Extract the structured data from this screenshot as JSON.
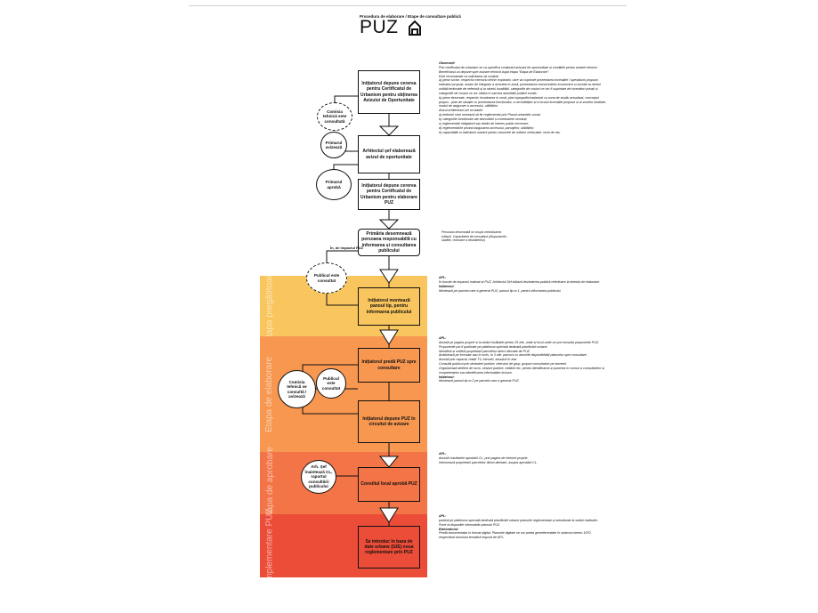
{
  "header": {
    "subtitle": "Procedura de elaborare / Etape de consultare publică",
    "title": "PUZ"
  },
  "stages": [
    {
      "label": "Etapa pregătitoare",
      "color": "#f9c55e"
    },
    {
      "label": "Etapa de elaborare",
      "color": "#f79750"
    },
    {
      "label": "Etapa de aprobare",
      "color": "#f37446"
    },
    {
      "label": "Implementare PUZ",
      "color": "#ec4d38"
    }
  ],
  "boxes": {
    "b1": "Inițiatorul depune cererea pentru Certificatul de Urbanism pentru obținerea Avizului de Oportunitate",
    "b2": "Arhitectul șef elaborează avizul de oportunitate",
    "b3": "Inițiatorul depune cererea pentru Certificatul de Urbanism pentru elaborare PUZ",
    "b4": "Primăria desemnează persoana responsabilă cu informarea și consultarea publicului",
    "b5": "Inițiatorul montează panoul tip, pentru informarea publicului",
    "b6": "Inițiatorul predă PUZ spre consultare",
    "b7": "Inițiatorul depune PUZ în circuitul de avizare",
    "b8": "Consiliul local aprobă PUZ",
    "b9": "Se introduc în baza de date urbane (GIS) noua reglementare prin PUZ"
  },
  "circles": {
    "c1": "Comisia tehnică este consultată",
    "c2": "Primarul avizează",
    "c3": "Primarul aprobă",
    "c4": "Publicul este consultat",
    "c5": "Comisia tehnică se consultă / avizează",
    "c6": "Publicul este consultat",
    "c7": "Arh. Șef înaintează CL, raportul consultării publicului"
  },
  "impact_label": "În, de impactul PUZ",
  "side_note": "Persoana desemnată se ocupă centralizarea măsurii. Capacitatea de consultare (răspunsurile, studiile, rezolvare a dezbaterilor)",
  "notes": {
    "obs": [
      {
        "bold": true,
        "text": "Observații"
      },
      {
        "bold": false,
        "text": "Prin certificatul de urbanism se va specifica conținutul avizului de oportunitate și condițiile pentru avizele tehnice."
      },
      {
        "bold": false,
        "text": "Beneficiarul va depune spre avizare tehnică după etapa \"Etapa de Elaborare\"."
      },
      {
        "bold": false,
        "text": "Este recomandat ca solicitarea să conțină:"
      },
      {
        "bold": false,
        "text": "a) piese scrise, respectiv memoriu tehnic explicativ, care va cuprinde prezentarea investiției / operațiunii propuse, indicatori propuși, modul de integrare a acesteia în zonă, prezentarea consecințelor economice și sociale la nivelul unității teritoriale de referință și la nivelul localității, categoriile de costuri ce vor fi suportate de investitori privați și categoriile de costuri ce vor cădea în sarcina autorității publice locale;"
      },
      {
        "bold": false,
        "text": "b) piese desenate, respectiv încadrarea în zonă, plan topografic/cadastral cu zona de studiu actualizat, conceptul propus - plan de situație cu prezentarea funcțiunilor, a vecinătăților și a locului investiției propuse și al zonelor studiate, modul de asigurare a accesului, utilităților."
      },
      {
        "bold": false,
        "text": "Avizul arhitectului șef va stabili:"
      },
      {
        "bold": false,
        "text": "a) teritoriul care urmează să fie reglementat prin Planul urbanistic zonal;"
      },
      {
        "bold": false,
        "text": "b) categoriile funcționale ale dezvoltării și eventualele servituți;"
      },
      {
        "bold": false,
        "text": "c) reglementări obligatorii sau dotări de interes public necesare;"
      },
      {
        "bold": false,
        "text": "d) reglementările privind asigurarea accesului, parcajelor, utilităților;"
      },
      {
        "bold": false,
        "text": "e) capacitățile și indicatorii maximi pentru volumele de mărfuri vehiculate, nivel de risc."
      }
    ],
    "prep": [
      {
        "bold": true,
        "text": "APL:"
      },
      {
        "bold": false,
        "text": "În funcție de impactul estimat al PUZ, Arhitectul Șef inițiază dezbaterea publică referitoare la intenția de elaborare"
      },
      {
        "bold": true,
        "text": "Inițiatorul:"
      },
      {
        "bold": false,
        "text": "Montează pe parcela care a generat PUZ, panoul tip nr.1, pentru informarea publicului"
      }
    ],
    "elab": [
      {
        "bold": true,
        "text": "APL:"
      },
      {
        "bold": false,
        "text": "Anunță pe pagina proprie și la sediul instituției pentru 25 zile, unde și locul unde se pot consulta propunerile PUZ."
      },
      {
        "bold": false,
        "text": "Propunerile pot fi publicate pe platforma specială dedicată planificării urbane."
      },
      {
        "bold": false,
        "text": "Identifică și notifică proprietarii parcelelor direct afectate de PUZ."
      },
      {
        "bold": false,
        "text": "Analizează pe formular sau în scris, în 3 zile, parcurs cu anumite disponibilități planurilor spre consultare."
      },
      {
        "bold": false,
        "text": "Anunță prin capaciți, relații TV, întruniri, anunțuri în ziar."
      },
      {
        "bold": false,
        "text": "Consultă publicul prin dezbateri publice, interviuri de grup, grupuri consultative pe domenii."
      },
      {
        "bold": false,
        "text": "Organizează ateliere de lucru, sesiuni publice, întâlniri etc. pentru identificarea și punerea în comun a cunoștințelor și competențelor sau identificarea informațiilor incluse."
      },
      {
        "bold": true,
        "text": "Inițiatorul:"
      },
      {
        "bold": false,
        "text": "Montează panoul tip nr.2 pe parcela care a generat PUZ."
      }
    ],
    "appr": [
      {
        "bold": true,
        "text": "APL:"
      },
      {
        "bold": false,
        "text": "Anunță rezultatele aprobării CL, prin pagina de internet proprie."
      },
      {
        "bold": false,
        "text": "Informează proprietarii parcelelor direct afectate, asupra aprobării CL."
      }
    ],
    "impl": [
      {
        "bold": true,
        "text": "APL:"
      },
      {
        "bold": false,
        "text": "publică pe platforma specială dedicată planificării urbane planurile reglementate și actualizate la sediul instituției."
      },
      {
        "bold": false,
        "text": "Pune la dispoziție informațiile planului PUZ."
      },
      {
        "bold": true,
        "text": "Elaboratorul:"
      },
      {
        "bold": false,
        "text": "Predă documentația în format digital. Planurile digitale se vor preda georeferențiate în sistemul stereo 1970, respectând structura tematică impusă de APL."
      }
    ]
  }
}
